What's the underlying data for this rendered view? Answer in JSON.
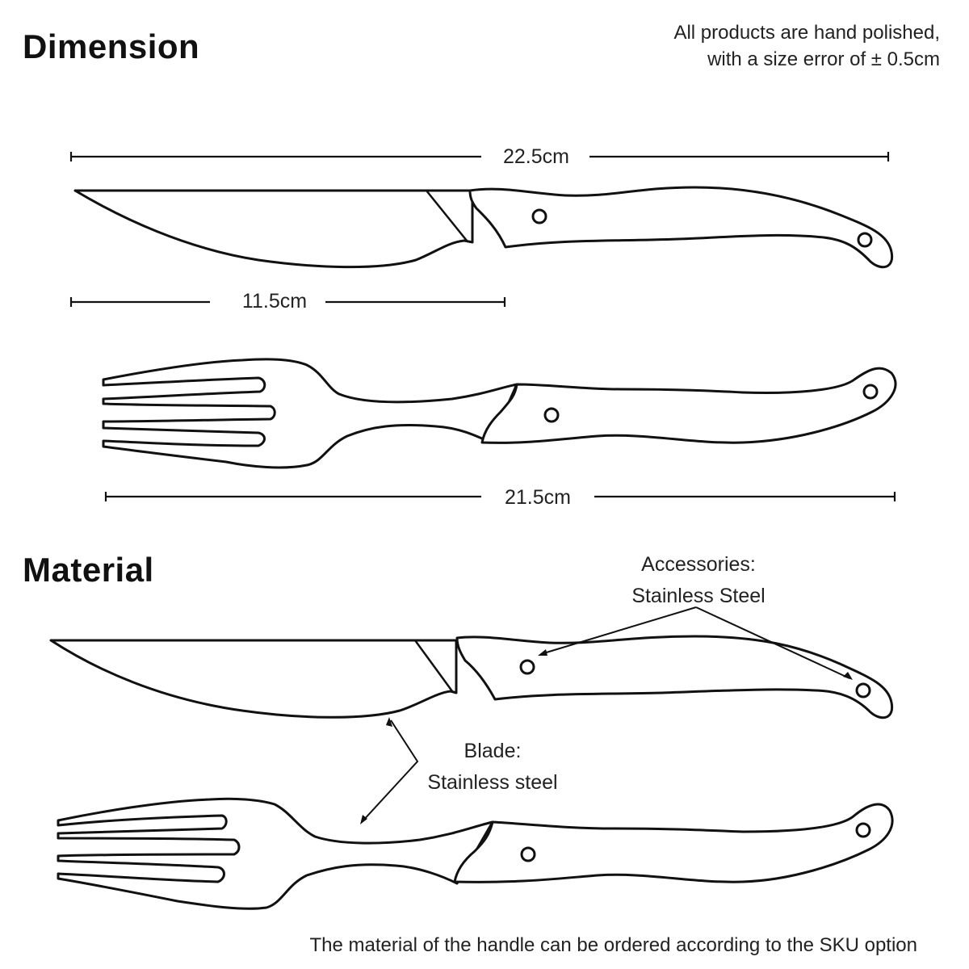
{
  "dimension": {
    "title": "Dimension",
    "note_line1": "All products are hand polished,",
    "note_line2": "with a size error of ± 0.5cm",
    "knife_total_length": "22.5cm",
    "blade_length": "11.5cm",
    "fork_total_length": "21.5cm"
  },
  "material": {
    "title": "Material",
    "accessories_label": "Accessories:",
    "accessories_value": "Stainless Steel",
    "blade_label": "Blade:",
    "blade_value": "Stainless steel",
    "footer_note": "The material of the handle can be ordered according to the SKU option"
  },
  "colors": {
    "background": "#ffffff",
    "line": "#111111",
    "text": "#222222"
  }
}
